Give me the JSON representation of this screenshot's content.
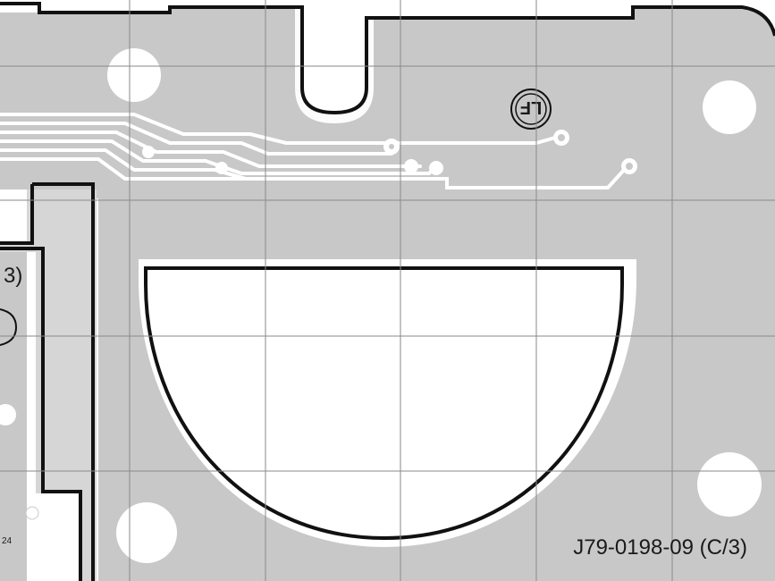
{
  "diagram": {
    "part_number_label": "J79-0198-09 (C/3)",
    "edge_label_left": "3)",
    "small_label_left": "24",
    "connector_mark": "LF",
    "colors": {
      "board": "#c8c8c8",
      "background": "#ffffff",
      "outline": "#111111",
      "grid": "#8a8a8a"
    }
  }
}
